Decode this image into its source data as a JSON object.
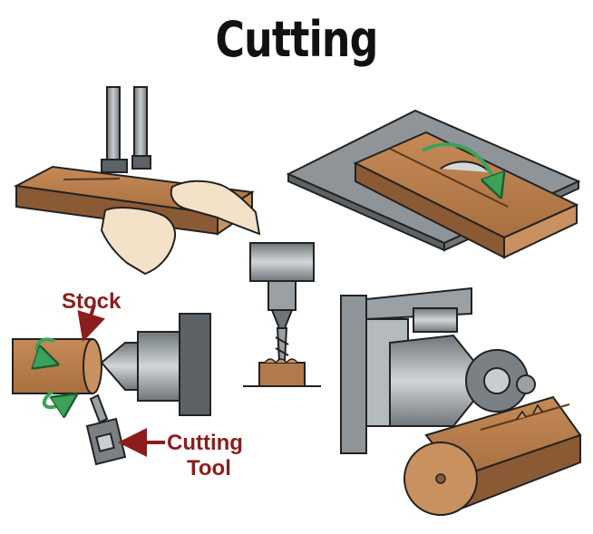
{
  "title": "Cutting",
  "labels": {
    "stock": "Stock",
    "cutting_tool_line1": "Cutting",
    "cutting_tool_line2": "Tool"
  },
  "colors": {
    "wood": "#b07a4c",
    "wood_dark": "#8a5a34",
    "wood_end": "#c8915f",
    "metal": "#9aa0a4",
    "metal_dark": "#5c6266",
    "label": "#8b1d1d",
    "arrow_green": "#3aa35a",
    "skin": "#f3e2c8"
  },
  "panels": [
    "band-saw",
    "table-saw",
    "drill-press",
    "lathe",
    "milling-machine"
  ]
}
